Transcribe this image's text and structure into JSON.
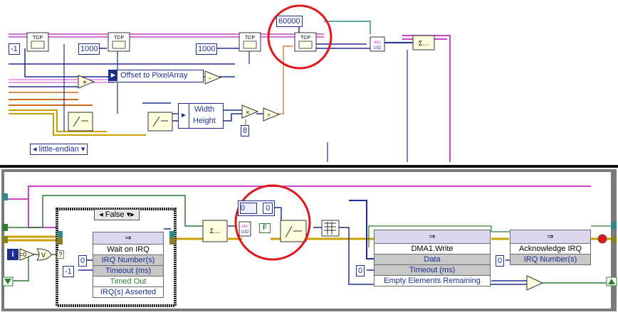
{
  "top": {
    "consts": {
      "neg1": "-1",
      "c1000a": "1000",
      "c1000b": "1000",
      "c60000": "60000",
      "c8": "8"
    },
    "offset_label": "Offset to PixelArray",
    "width_label": "Width",
    "height_label": "Height",
    "endian_value": "little-endian",
    "tcp_label": "TCP"
  },
  "bottom": {
    "case_selector": "False",
    "wait_title": "Wait on IRQ",
    "wait_rows": [
      "IRQ Number(s)",
      "Timeout (ms)",
      "Timed Out",
      "IRQ(s) Asserted"
    ],
    "c0_a": "0",
    "cneg1": "-1",
    "array_idx": "0",
    "array_val": "0",
    "bool_f": "F",
    "int_i": "i",
    "zero_cmp": "=0",
    "dma_title": "DMA1.Write",
    "dma_rows": [
      "Data",
      "Timeout (ms)",
      "Empty Elements Remaining"
    ],
    "c0_dma": "0",
    "ack_title": "Acknowledge IRQ",
    "ack_rows": [
      "IRQ Number(s)"
    ],
    "c0_ack": "0"
  },
  "colors": {
    "wire_blue": "#1f2f8f",
    "wire_pink": "#cc44cc",
    "wire_orange": "#c86b1e",
    "wire_yellow": "#c8a000",
    "wire_green": "#2e7d32",
    "highlight_red": "#e0161a"
  }
}
